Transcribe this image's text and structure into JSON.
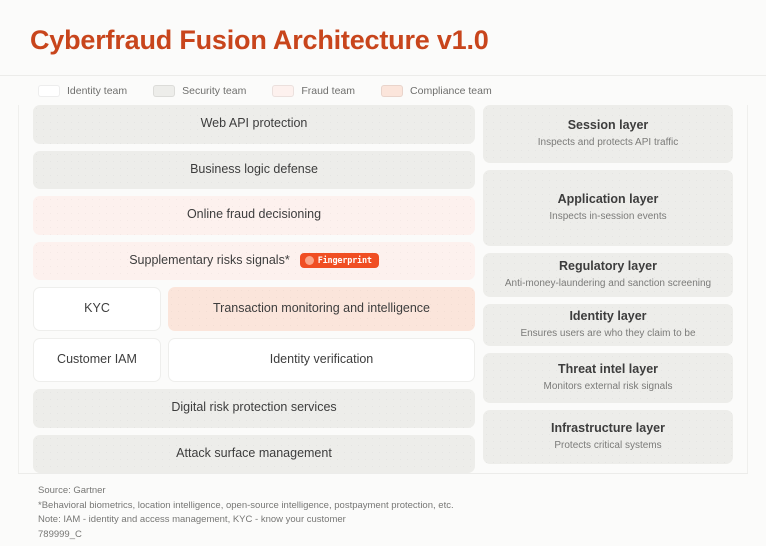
{
  "header": {
    "title": "Cyberfraud Fusion Architecture v1.0",
    "title_color": "#c8451c"
  },
  "legend": {
    "items": [
      {
        "label": "Identity team",
        "color": "#ffffff",
        "swatch_name": "legend-swatch-identity"
      },
      {
        "label": "Security team",
        "color": "#ededea",
        "swatch_name": "legend-swatch-security"
      },
      {
        "label": "Fraud team",
        "color": "#fdf1ee",
        "swatch_name": "legend-swatch-fraud"
      },
      {
        "label": "Compliance team",
        "color": "#fbe5db",
        "swatch_name": "legend-swatch-compliance"
      }
    ]
  },
  "left_column": {
    "rows": [
      {
        "type": "full",
        "label": "Web API protection",
        "team": "Security team"
      },
      {
        "type": "full",
        "label": "Business logic defense",
        "team": "Security team"
      },
      {
        "type": "full",
        "label": "Online fraud decisioning",
        "team": "Fraud team"
      },
      {
        "type": "badge",
        "label": "Supplementary risks signals*",
        "team": "Fraud team",
        "badge": {
          "text": "Fingerprint",
          "bg": "#f04e23",
          "fg": "#ffffff"
        }
      },
      {
        "type": "split",
        "left": {
          "label": "KYC",
          "team": "Identity team"
        },
        "right": {
          "label": "Transaction monitoring and intelligence",
          "team": "Compliance team"
        }
      },
      {
        "type": "split",
        "left": {
          "label": "Customer IAM",
          "team": "Identity team"
        },
        "right": {
          "label": "Identity verification",
          "team": "Identity team"
        }
      },
      {
        "type": "full",
        "label": "Digital risk protection services",
        "team": "Security team"
      },
      {
        "type": "full",
        "label": "Attack surface management",
        "team": "Security team"
      }
    ]
  },
  "right_column": {
    "layers": [
      {
        "title": "Session layer",
        "subtitle": "Inspects and protects API traffic"
      },
      {
        "title": "Application layer",
        "subtitle": "Inspects in-session events"
      },
      {
        "title": "Regulatory layer",
        "subtitle": "Anti-money-laundering and sanction screening"
      },
      {
        "title": "Identity layer",
        "subtitle": "Ensures users are who they claim to be"
      },
      {
        "title": "Threat intel layer",
        "subtitle": "Monitors external risk signals"
      },
      {
        "title": "Infrastructure layer",
        "subtitle": "Protects critical systems"
      }
    ]
  },
  "footer": {
    "lines": [
      "Source: Gartner",
      "*Behavioral biometrics, location intelligence, open-source intelligence, postpayment protection, etc.",
      "Note: IAM - identity and access management, KYC - know your customer",
      "789999_C"
    ]
  }
}
